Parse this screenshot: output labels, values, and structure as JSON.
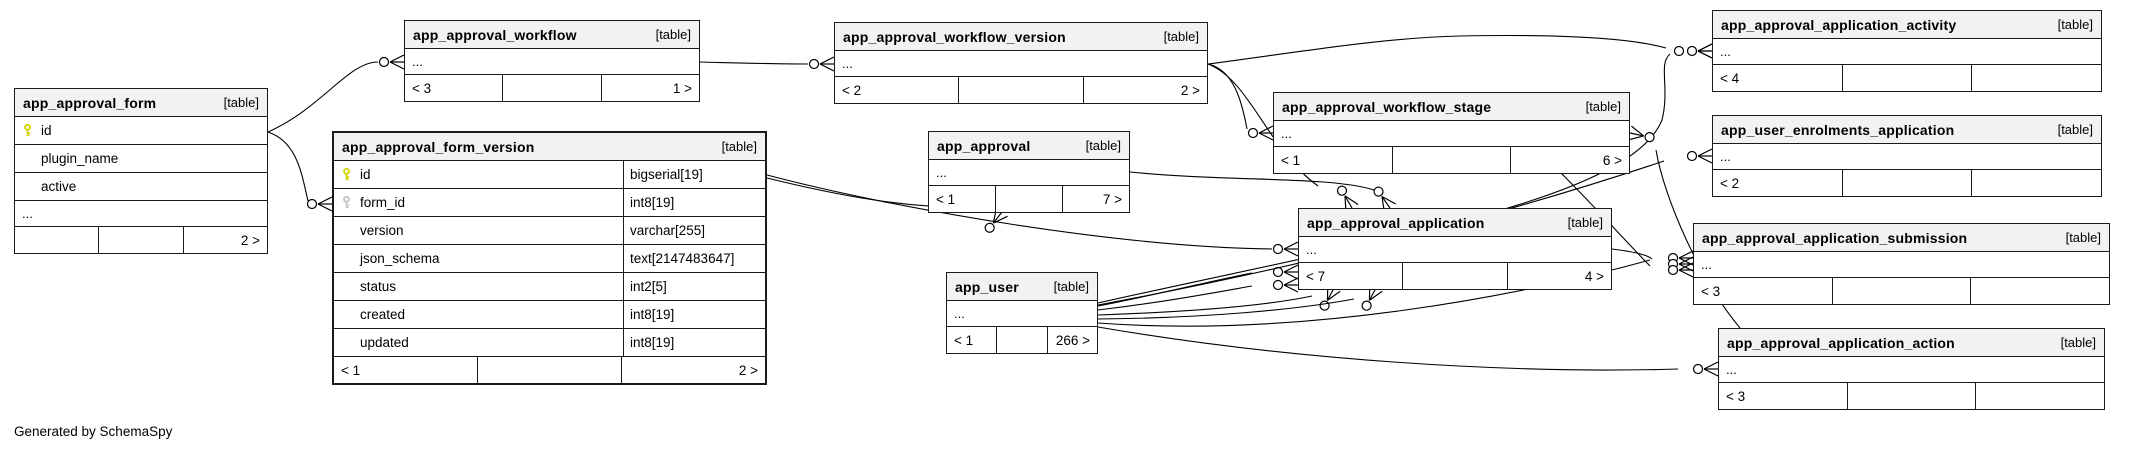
{
  "page": {
    "caption": "Generated by SchemaSpy"
  },
  "colors": {
    "background": "#ffffff",
    "border": "#1a1a1a",
    "header_bg": "#f2f2f2",
    "primary_key": "#d4d400",
    "foreign_key": "#c4c4c4",
    "text": "#000000"
  },
  "icons": {
    "primary_key": "key-icon-yellow",
    "foreign_key": "key-icon-gray"
  },
  "tables": [
    {
      "id": "app_approval_form",
      "name": "app_approval_form",
      "tag": "[table]",
      "columns": [
        {
          "name": "id",
          "key": "primary"
        },
        {
          "name": "plugin_name"
        },
        {
          "name": "active"
        }
      ],
      "ellipsis": "...",
      "footer": {
        "left": "",
        "mid": "",
        "right": "2 >"
      }
    },
    {
      "id": "app_approval_workflow",
      "name": "app_approval_workflow",
      "tag": "[table]",
      "columns": [],
      "ellipsis": "...",
      "footer": {
        "left": "< 3",
        "mid": "",
        "right": "1 >"
      }
    },
    {
      "id": "app_approval_workflow_version",
      "name": "app_approval_workflow_version",
      "tag": "[table]",
      "columns": [],
      "ellipsis": "...",
      "footer": {
        "left": "< 2",
        "mid": "",
        "right": "2 >"
      }
    },
    {
      "id": "app_approval_form_version",
      "name": "app_approval_form_version",
      "tag": "[table]",
      "columns": [
        {
          "name": "id",
          "type": "bigserial[19]",
          "key": "primary"
        },
        {
          "name": "form_id",
          "type": "int8[19]",
          "key": "foreign"
        },
        {
          "name": "version",
          "type": "varchar[255]"
        },
        {
          "name": "json_schema",
          "type": "text[2147483647]"
        },
        {
          "name": "status",
          "type": "int2[5]"
        },
        {
          "name": "created",
          "type": "int8[19]"
        },
        {
          "name": "updated",
          "type": "int8[19]"
        }
      ],
      "ellipsis": null,
      "footer": {
        "left": "< 1",
        "mid": "",
        "right": "2 >"
      }
    },
    {
      "id": "app_approval",
      "name": "app_approval",
      "tag": "[table]",
      "columns": [],
      "ellipsis": "...",
      "footer": {
        "left": "< 1",
        "mid": "",
        "right": "7 >"
      }
    },
    {
      "id": "app_approval_workflow_stage",
      "name": "app_approval_workflow_stage",
      "tag": "[table]",
      "columns": [],
      "ellipsis": "...",
      "footer": {
        "left": "< 1",
        "mid": "",
        "right": "6 >"
      }
    },
    {
      "id": "app_approval_application",
      "name": "app_approval_application",
      "tag": "[table]",
      "columns": [],
      "ellipsis": "...",
      "footer": {
        "left": "< 7",
        "mid": "",
        "right": "4 >"
      }
    },
    {
      "id": "app_user",
      "name": "app_user",
      "tag": "[table]",
      "columns": [],
      "ellipsis": "...",
      "footer": {
        "left": "< 1",
        "mid": "",
        "right": "266 >"
      }
    },
    {
      "id": "app_approval_application_activity",
      "name": "app_approval_application_activity",
      "tag": "[table]",
      "columns": [],
      "ellipsis": "...",
      "footer": {
        "left": "< 4",
        "mid": "",
        "right": ""
      }
    },
    {
      "id": "app_user_enrolments_application",
      "name": "app_user_enrolments_application",
      "tag": "[table]",
      "columns": [],
      "ellipsis": "...",
      "footer": {
        "left": "< 2",
        "mid": "",
        "right": ""
      }
    },
    {
      "id": "app_approval_application_submission",
      "name": "app_approval_application_submission",
      "tag": "[table]",
      "columns": [],
      "ellipsis": "...",
      "footer": {
        "left": "< 3",
        "mid": "",
        "right": ""
      }
    },
    {
      "id": "app_approval_application_action",
      "name": "app_approval_application_action",
      "tag": "[table]",
      "columns": [],
      "ellipsis": "...",
      "footer": {
        "left": "< 3",
        "mid": "",
        "right": ""
      }
    }
  ]
}
